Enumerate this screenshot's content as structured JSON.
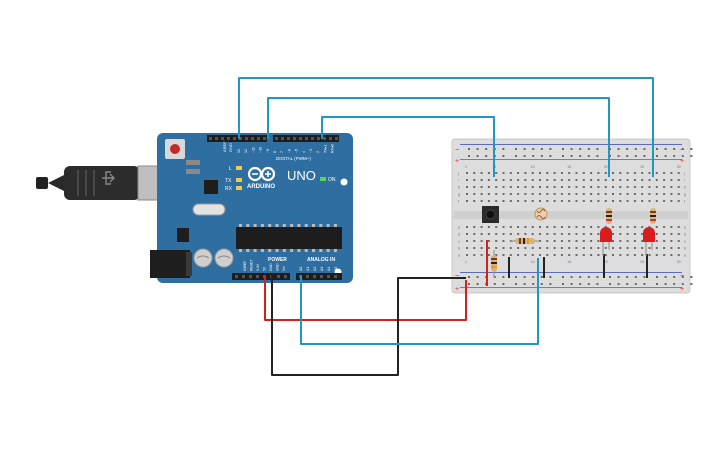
{
  "arduino": {
    "brand": "ARDUINO",
    "model": "UNO",
    "digital_label": "DIGITAL (PWM~)",
    "power_label": "POWER",
    "analog_label": "ANALOG IN",
    "on_label": "ON",
    "tx_label": "TX",
    "rx_label": "RX",
    "l_label": "L",
    "aref_label": "AREF",
    "gnd_label": "GND",
    "pin_labels_top": [
      "13",
      "12",
      "~11",
      "~10",
      "~9",
      "8",
      "7",
      "~6",
      "~5",
      "4",
      "~3",
      "2",
      "TX▸1",
      "RX◂0"
    ],
    "power_pins": [
      "IOREF",
      "RESET",
      "3.3V",
      "5V",
      "GND",
      "GND",
      "Vin"
    ],
    "analog_pins": [
      "A0",
      "A1",
      "A2",
      "A3",
      "A4",
      "A5"
    ]
  },
  "breadboard": {
    "column_numbers": [
      "1",
      "5",
      "10",
      "15",
      "20",
      "25",
      "30"
    ],
    "row_letters_top": [
      "j",
      "i",
      "h",
      "g",
      "f"
    ],
    "row_letters_bottom": [
      "e",
      "d",
      "c",
      "b",
      "a"
    ]
  },
  "colors": {
    "board": "#2f6ea0",
    "wire_teal": "#2196c4",
    "wire_red": "#d32020",
    "wire_black": "#222222",
    "rail_red": "#d33",
    "rail_blue": "#33a",
    "led": "#d91d1d"
  }
}
